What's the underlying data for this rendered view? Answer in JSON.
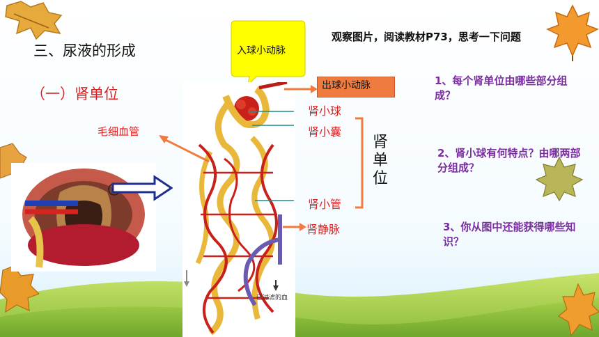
{
  "slide": {
    "section_title": "三、尿液的形成",
    "subsection_title": "（一）肾单位",
    "instruction": "观察图片，阅读教材P73，思考一下问题",
    "colors": {
      "accent_red": "#e02020",
      "question_purple": "#7a2d9e",
      "callout_yellow": "#ffff00",
      "label_orange": "#f07b3f",
      "arrow_navy": "#1f2f8f"
    }
  },
  "diagram": {
    "labels": {
      "afferent_arteriole": "入球小动脉",
      "efferent_arteriole": "出球小动脉",
      "glomerulus": "肾小球",
      "renal_capsule": "肾小囊",
      "renal_tubule": "肾小管",
      "renal_vein": "肾静脉",
      "capillary": "毛细血管",
      "nephron": "肾单位",
      "filtered_blood": "已过滤的血"
    }
  },
  "questions": [
    {
      "text": "1、每个肾单位由哪些部分组成？"
    },
    {
      "text": "2、肾小球有何特点？由哪两部分组成？"
    },
    {
      "text": "3、你从图中还能获得哪些知识？"
    }
  ]
}
